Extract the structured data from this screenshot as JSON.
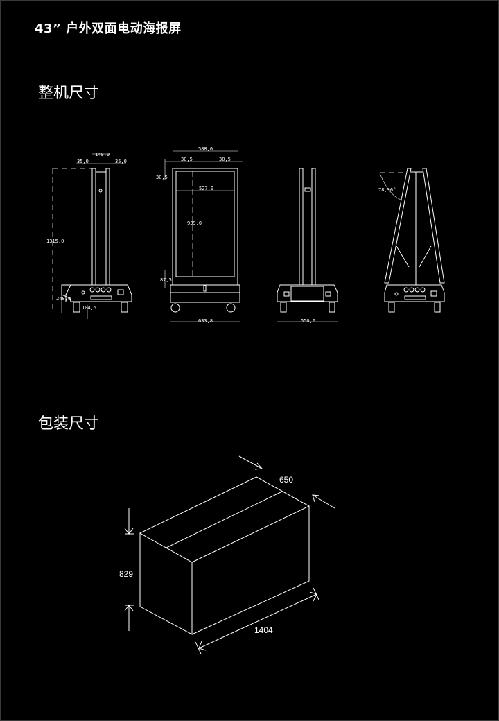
{
  "header": {
    "title": "43” 户外双面电动海报屏"
  },
  "sections": {
    "machine": {
      "heading": "整机尺寸"
    },
    "package": {
      "heading": "包装尺寸"
    }
  },
  "machine_dims": {
    "side_top_width": "149,0",
    "side_left_offset": "35,0",
    "side_right_offset": "35,0",
    "side_height": "1315,0",
    "side_base_height": "248,0",
    "side_wheel": "104,5",
    "front_width": "588,0",
    "front_margin_left": "30,5",
    "front_margin_right": "30,5",
    "front_margin_top": "30,5",
    "front_screen_width": "527,0",
    "front_screen_height": "939,0",
    "front_bottom": "87,5",
    "front_base_width": "633,8",
    "back_base_width": "550,0",
    "open_angle": "78,96°"
  },
  "package_dims": {
    "depth": "650",
    "height": "829",
    "length": "1404"
  }
}
